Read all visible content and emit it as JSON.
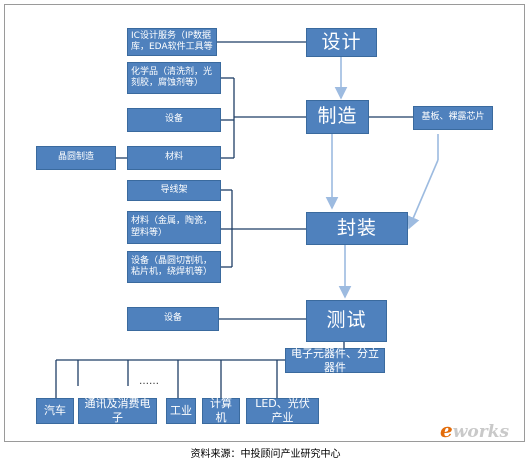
{
  "nodes": {
    "ic_design": "IC设计服务（IP数据库，EDA软件工具等",
    "design": "设计",
    "chemicals": "化学品（清洗剂，光刻胶，腐蚀剂等）",
    "equipment_mfg": "设备",
    "materials_mfg": "材料",
    "wafer_mfg": "晶圆制造",
    "manufacturing": "制造",
    "substrate": "基板、裸露芯片",
    "leadframe": "导线架",
    "materials_pkg": "材料（金属，陶瓷，塑料等）",
    "equipment_pkg": "设备（晶圆切割机，粘片机，绕焊机等）",
    "packaging": "封装",
    "equipment_test": "设备",
    "testing": "测试",
    "components": "电子元器件、分立器件"
  },
  "applications": [
    "汽车",
    "通讯及消费电子",
    "工业",
    "计算机",
    "LED、光伏产业"
  ],
  "ellipsis": "……",
  "caption": "资料来源：中投顾问产业研究中心",
  "logo": {
    "first": "e",
    "rest": "works"
  },
  "colors": {
    "box": "#4f81bd",
    "box_border": "#3a6a9e",
    "line": "#1f3f66",
    "arrow": "#9dbbe0",
    "frame": "#9a9a9a"
  }
}
